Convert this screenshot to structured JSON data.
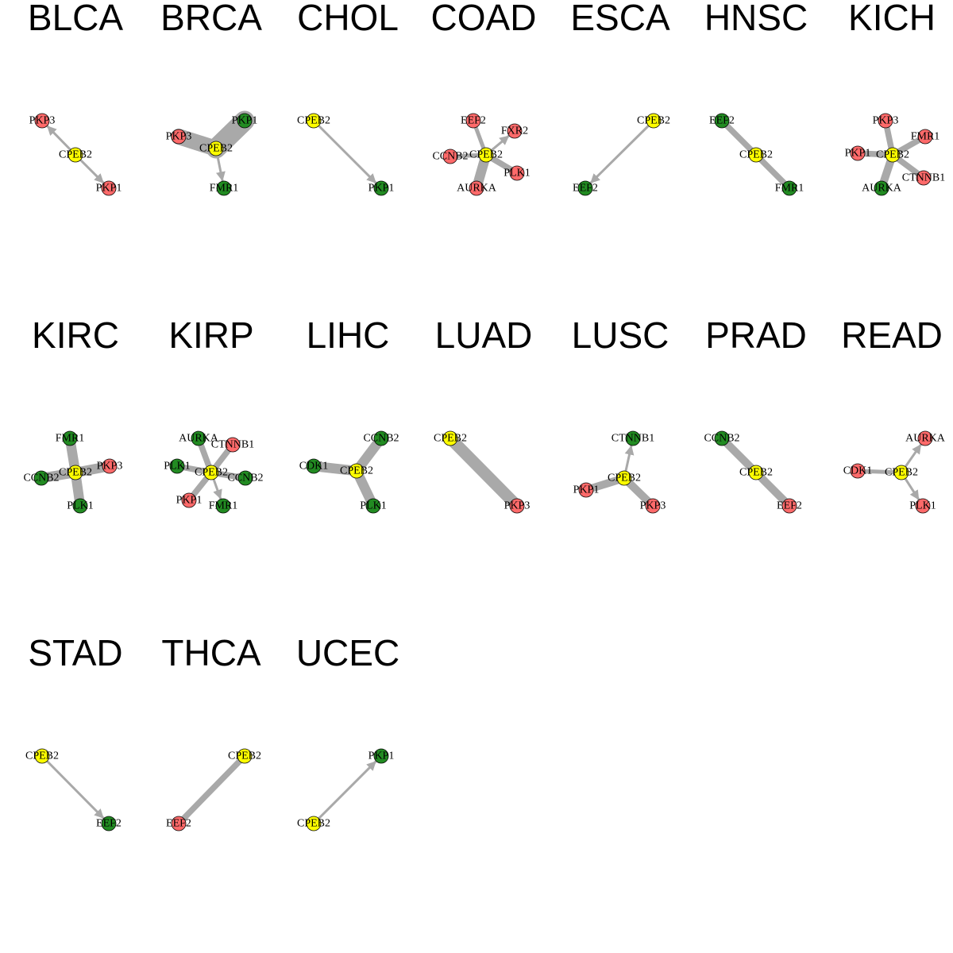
{
  "colors": {
    "up": "#FF6A6A",
    "down": "#228B22",
    "hub": "#FFFF00",
    "edge": "#A9A9A9"
  },
  "panels": [
    {
      "title": "BLCA",
      "nodes": [
        [
          "CPEB2",
          "hub"
        ],
        [
          "PKP3",
          "up"
        ],
        [
          "PKP1",
          "up"
        ]
      ],
      "edges": [
        [
          "CPEB2",
          "PKP3",
          1
        ],
        [
          "CPEB2",
          "PKP1",
          1
        ]
      ]
    },
    {
      "title": "BRCA",
      "nodes": [
        [
          "CPEB2",
          "hub"
        ],
        [
          "PKP1",
          "down"
        ],
        [
          "PKP3",
          "up"
        ],
        [
          "FMR1",
          "down"
        ]
      ],
      "edges": [
        [
          "CPEB2",
          "PKP1",
          10
        ],
        [
          "CPEB2",
          "PKP3",
          8
        ],
        [
          "CPEB2",
          "FMR1",
          1
        ]
      ]
    },
    {
      "title": "CHOL",
      "nodes": [
        [
          "CPEB2",
          "hub"
        ],
        [
          "PKP1",
          "down"
        ]
      ],
      "edges": [
        [
          "CPEB2",
          "PKP1",
          1
        ]
      ]
    },
    {
      "title": "COAD",
      "nodes": [
        [
          "CPEB2",
          "hub"
        ],
        [
          "EEF2",
          "up"
        ],
        [
          "FXR2",
          "up"
        ],
        [
          "CCNB2",
          "up"
        ],
        [
          "PLK1",
          "up"
        ],
        [
          "AURKA",
          "up"
        ]
      ],
      "edges": [
        [
          "CPEB2",
          "EEF2",
          2
        ],
        [
          "CPEB2",
          "FXR2",
          1
        ],
        [
          "CPEB2",
          "CCNB2",
          2
        ],
        [
          "CPEB2",
          "PLK1",
          3
        ],
        [
          "CPEB2",
          "AURKA",
          5
        ]
      ]
    },
    {
      "title": "ESCA",
      "nodes": [
        [
          "CPEB2",
          "hub"
        ],
        [
          "EEF2",
          "down"
        ]
      ],
      "edges": [
        [
          "CPEB2",
          "EEF2",
          1
        ]
      ]
    },
    {
      "title": "HNSC",
      "nodes": [
        [
          "CPEB2",
          "hub"
        ],
        [
          "EEF2",
          "down"
        ],
        [
          "FMR1",
          "down"
        ]
      ],
      "edges": [
        [
          "CPEB2",
          "EEF2",
          3
        ],
        [
          "CPEB2",
          "FMR1",
          3
        ]
      ]
    },
    {
      "title": "KICH",
      "nodes": [
        [
          "CPEB2",
          "hub"
        ],
        [
          "PKP3",
          "up"
        ],
        [
          "FMR1",
          "up"
        ],
        [
          "PKP1",
          "up"
        ],
        [
          "CTNNB1",
          "up"
        ],
        [
          "AURKA",
          "down"
        ]
      ],
      "edges": [
        [
          "CPEB2",
          "PKP3",
          3
        ],
        [
          "CPEB2",
          "FMR1",
          3
        ],
        [
          "CPEB2",
          "PKP1",
          3
        ],
        [
          "CPEB2",
          "CTNNB1",
          3
        ],
        [
          "CPEB2",
          "AURKA",
          4
        ]
      ]
    },
    {
      "title": "KIRC",
      "nodes": [
        [
          "CPEB2",
          "hub"
        ],
        [
          "FMR1",
          "down"
        ],
        [
          "PKP3",
          "up"
        ],
        [
          "CCNB2",
          "down"
        ],
        [
          "PLK1",
          "down"
        ]
      ],
      "edges": [
        [
          "CPEB2",
          "FMR1",
          5
        ],
        [
          "CPEB2",
          "PKP3",
          5
        ],
        [
          "CPEB2",
          "CCNB2",
          5
        ],
        [
          "CPEB2",
          "PLK1",
          5
        ]
      ]
    },
    {
      "title": "KIRP",
      "nodes": [
        [
          "CPEB2",
          "hub"
        ],
        [
          "AURKA",
          "down"
        ],
        [
          "CTNNB1",
          "up"
        ],
        [
          "PLK1",
          "down"
        ],
        [
          "CCNB2",
          "down"
        ],
        [
          "PKP1",
          "up"
        ],
        [
          "FMR1",
          "down"
        ]
      ],
      "edges": [
        [
          "CPEB2",
          "AURKA",
          3
        ],
        [
          "CPEB2",
          "CTNNB1",
          3
        ],
        [
          "CPEB2",
          "PLK1",
          3
        ],
        [
          "CPEB2",
          "CCNB2",
          3
        ],
        [
          "CPEB2",
          "PKP1",
          3
        ],
        [
          "CPEB2",
          "FMR1",
          1
        ]
      ]
    },
    {
      "title": "LIHC",
      "nodes": [
        [
          "CPEB2",
          "hub"
        ],
        [
          "CCNB2",
          "down"
        ],
        [
          "CDK1",
          "down"
        ],
        [
          "PLK1",
          "down"
        ]
      ],
      "edges": [
        [
          "CPEB2",
          "CCNB2",
          5
        ],
        [
          "CPEB2",
          "CDK1",
          5
        ],
        [
          "CPEB2",
          "PLK1",
          5
        ]
      ]
    },
    {
      "title": "LUAD",
      "nodes": [
        [
          "CPEB2",
          "hub"
        ],
        [
          "PKP3",
          "up"
        ]
      ],
      "edges": [
        [
          "CPEB2",
          "PKP3",
          6
        ]
      ]
    },
    {
      "title": "LUSC",
      "nodes": [
        [
          "CPEB2",
          "hub"
        ],
        [
          "CTNNB1",
          "down"
        ],
        [
          "PKP1",
          "up"
        ],
        [
          "PKP3",
          "up"
        ]
      ],
      "edges": [
        [
          "CPEB2",
          "CTNNB1",
          1
        ],
        [
          "CPEB2",
          "PKP1",
          4
        ],
        [
          "CPEB2",
          "PKP3",
          4
        ]
      ]
    },
    {
      "title": "PRAD",
      "nodes": [
        [
          "CPEB2",
          "hub"
        ],
        [
          "CCNB2",
          "down"
        ],
        [
          "EEF2",
          "up"
        ]
      ],
      "edges": [
        [
          "CPEB2",
          "CCNB2",
          4
        ],
        [
          "CPEB2",
          "EEF2",
          4
        ]
      ]
    },
    {
      "title": "READ",
      "nodes": [
        [
          "CPEB2",
          "hub"
        ],
        [
          "AURKA",
          "up"
        ],
        [
          "CDK1",
          "up"
        ],
        [
          "PLK1",
          "up"
        ]
      ],
      "edges": [
        [
          "CPEB2",
          "AURKA",
          1
        ],
        [
          "CPEB2",
          "CDK1",
          2
        ],
        [
          "CPEB2",
          "PLK1",
          1
        ]
      ]
    },
    {
      "title": "STAD",
      "nodes": [
        [
          "CPEB2",
          "hub"
        ],
        [
          "EEF2",
          "down"
        ]
      ],
      "edges": [
        [
          "CPEB2",
          "EEF2",
          1
        ]
      ]
    },
    {
      "title": "THCA",
      "nodes": [
        [
          "CPEB2",
          "hub"
        ],
        [
          "EEF2",
          "up"
        ]
      ],
      "edges": [
        [
          "CPEB2",
          "EEF2",
          3
        ]
      ]
    },
    {
      "title": "UCEC",
      "nodes": [
        [
          "CPEB2",
          "hub"
        ],
        [
          "PKP1",
          "down"
        ]
      ],
      "edges": [
        [
          "CPEB2",
          "PKP1",
          1
        ]
      ]
    }
  ]
}
